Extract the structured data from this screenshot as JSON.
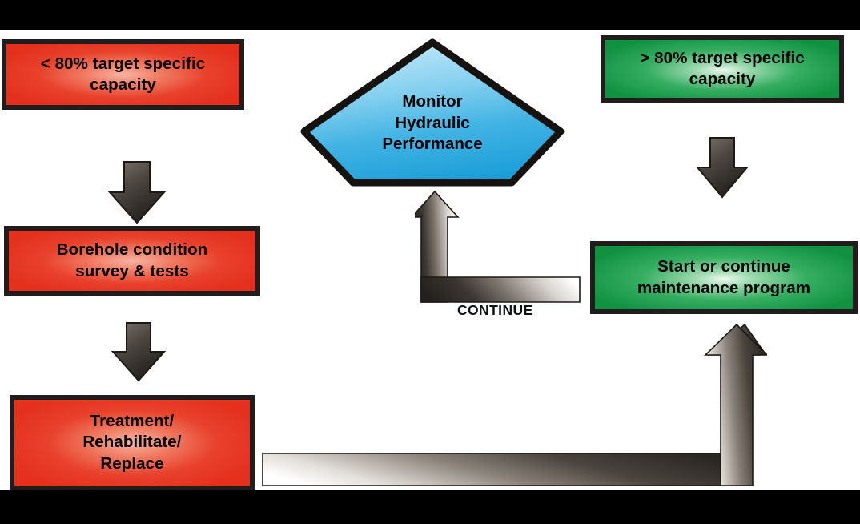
{
  "figure": {
    "type": "flowchart",
    "title": "Borehole hydraulic performance decision flowchart",
    "background": "#ffffff",
    "letterbox_color": "#000000"
  },
  "nodes": {
    "decision_low": {
      "label": "< 80% target specific\ncapacity",
      "shape": "rectangle",
      "fill": "#e8412c",
      "border": "#211d1c",
      "text_color": "#000000"
    },
    "borehole_survey": {
      "label": "Borehole condition\nsurvey & tests",
      "shape": "rectangle",
      "fill": "#e8412c",
      "border": "#211d1c",
      "text_color": "#000000"
    },
    "treatment": {
      "label": "Treatment/\nRehabilitate/\nReplace",
      "shape": "rectangle",
      "fill": "#e8412c",
      "border": "#211d1c",
      "text_color": "#000000"
    },
    "monitor": {
      "label": "Monitor\nHydraulic\nPerformance",
      "shape": "pentagon",
      "fill": "#35aee0",
      "border": "#16120f",
      "text_color": "#000000"
    },
    "decision_high": {
      "label": "> 80% target specific\ncapacity",
      "shape": "rectangle",
      "fill": "#1f9c4d",
      "border": "#211d1c",
      "text_color": "#000000"
    },
    "maintenance": {
      "label": "Start or continue\nmaintenance program",
      "shape": "rectangle",
      "fill": "#1f9c4d",
      "border": "#211d1c",
      "text_color": "#000000"
    }
  },
  "connectors": {
    "arrow_low_down": {
      "icon": "down-arrow",
      "label": "",
      "from": "decision_low",
      "to": "borehole_survey"
    },
    "arrow_survey_down": {
      "icon": "down-arrow",
      "label": "",
      "from": "borehole_survey",
      "to": "treatment"
    },
    "arrow_high_down": {
      "icon": "down-arrow",
      "label": "",
      "from": "decision_high",
      "to": "maintenance"
    },
    "arrow_continue": {
      "icon": "elbow-arrow-up",
      "label": "CONTINUE",
      "from": "maintenance",
      "to": "monitor"
    },
    "arrow_treatment_return": {
      "icon": "elbow-arrow-up",
      "label": "",
      "from": "treatment",
      "to": "maintenance"
    }
  },
  "palette": {
    "red": "#e8412c",
    "green": "#1f9c4d",
    "blue": "#35aee0",
    "arrow_dark": "#332e2a",
    "arrow_light": "#ffffff",
    "outline": "#211d1c"
  }
}
